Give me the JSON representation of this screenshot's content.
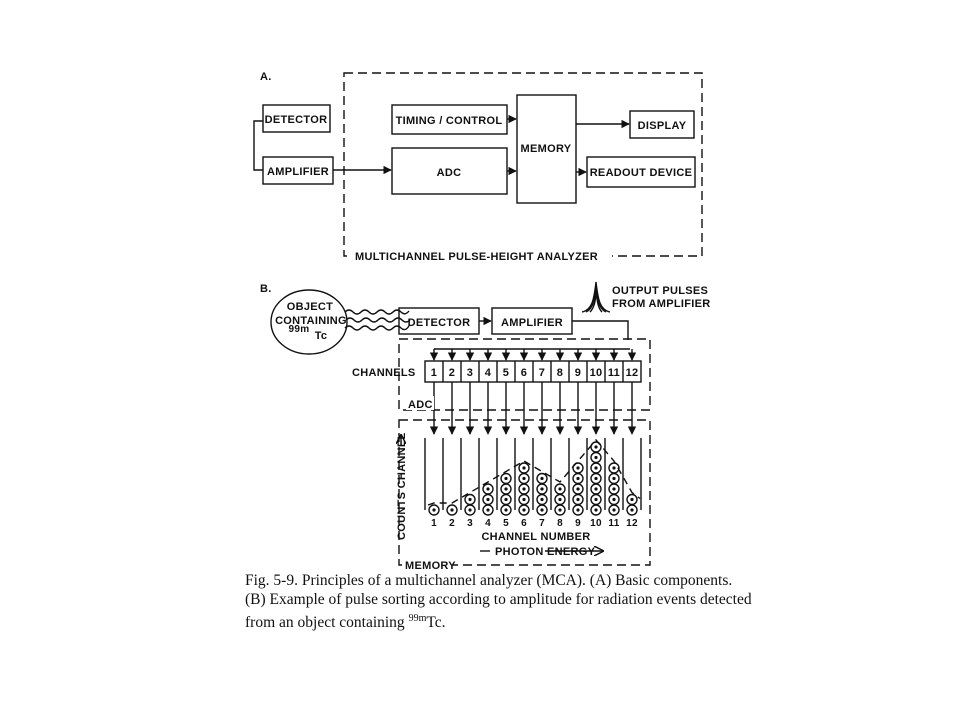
{
  "panel_a": {
    "letter": "A.",
    "boxes": {
      "detector": "DETECTOR",
      "amplifier": "AMPLIFIER",
      "timing": "TIMING / CONTROL",
      "adc": "ADC",
      "memory": "MEMORY",
      "display": "DISPLAY",
      "readout": "READOUT DEVICE"
    },
    "enclosure_label": "MULTICHANNEL PULSE-HEIGHT ANALYZER"
  },
  "panel_b": {
    "letter": "B.",
    "object_lines": [
      "OBJECT",
      "CONTAINING"
    ],
    "isotope_sup": "99m",
    "isotope_base": "Tc",
    "detector": "DETECTOR",
    "amplifier": "AMPLIFIER",
    "output_pulses_lines": [
      "OUTPUT PULSES",
      "FROM AMPLIFIER"
    ],
    "channels_label": "CHANNELS",
    "channel_numbers": [
      "1",
      "2",
      "3",
      "4",
      "5",
      "6",
      "7",
      "8",
      "9",
      "10",
      "11",
      "12"
    ],
    "counts_per_channel": [
      1,
      1,
      2,
      3,
      4,
      5,
      4,
      3,
      5,
      7,
      5,
      2
    ],
    "adc_label": "ADC",
    "counts_axis_label": "COUNTS CHANNEL",
    "channel_number_label": "CHANNEL NUMBER",
    "photon_energy_label": "PHOTON ENERGY",
    "memory_label": "MEMORY"
  },
  "caption": {
    "line1": "Fig. 5-9.   Principles of a multichannel analyzer (MCA). (A) Basic components.",
    "line2": "(B) Example of pulse sorting according to amplitude for radiation events detected",
    "line3_prefix": "from an object containing ",
    "line3_sup": "99m",
    "line3_suffix": "Tc."
  }
}
